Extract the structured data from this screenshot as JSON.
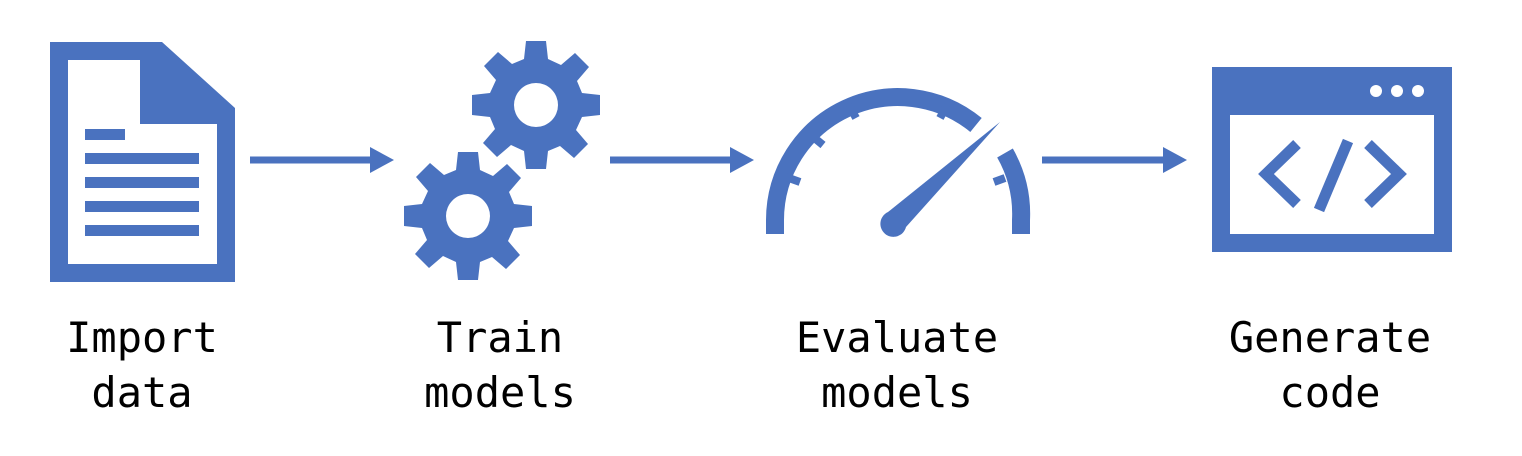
{
  "colors": {
    "icon": "#4a72bf",
    "text": "#000000",
    "background": "#ffffff"
  },
  "steps": [
    {
      "icon": "document-icon",
      "label_line1": "Import",
      "label_line2": "data"
    },
    {
      "icon": "gears-icon",
      "label_line1": "Train",
      "label_line2": "models"
    },
    {
      "icon": "gauge-icon",
      "label_line1": "Evaluate",
      "label_line2": "models"
    },
    {
      "icon": "code-window-icon",
      "label_line1": "Generate",
      "label_line2": "code"
    }
  ],
  "arrows": [
    {
      "from": "Import data",
      "to": "Train models"
    },
    {
      "from": "Train models",
      "to": "Evaluate models"
    },
    {
      "from": "Evaluate models",
      "to": "Generate code"
    }
  ]
}
